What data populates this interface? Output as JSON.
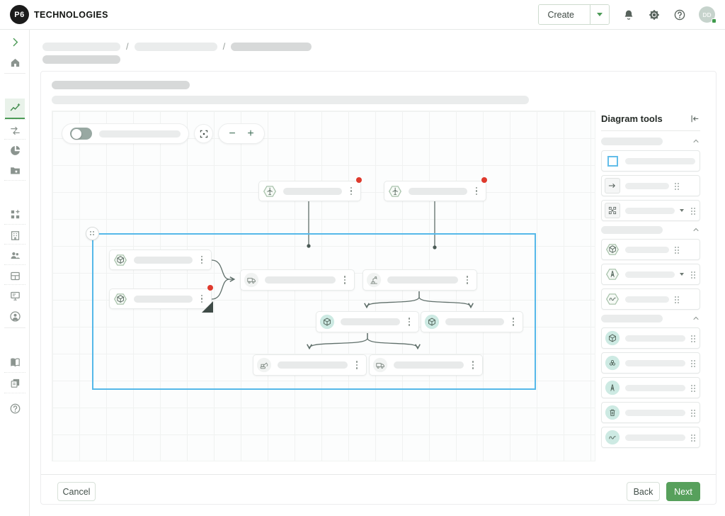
{
  "header": {
    "logo": "P6",
    "brand": "TECHNOLOGIES",
    "create_label": "Create",
    "avatar_initials": "DD",
    "icons": [
      "caret-down-icon",
      "bell-icon",
      "gear-icon",
      "help-icon"
    ]
  },
  "sidebar": {
    "items": [
      {
        "icon": "chevron-right-icon"
      },
      {
        "icon": "home-icon"
      },
      {
        "icon": "chart-sparkle-icon",
        "active": true
      },
      {
        "icon": "transfer-arrows-icon"
      },
      {
        "icon": "pie-chart-icon"
      },
      {
        "icon": "folder-star-icon"
      },
      {
        "icon": "grid-sparkle-icon"
      },
      {
        "icon": "building-icon"
      },
      {
        "icon": "users-icon"
      },
      {
        "icon": "panel-grid-icon"
      },
      {
        "icon": "monitor-icon"
      },
      {
        "icon": "person-icon"
      },
      {
        "icon": "book-icon"
      },
      {
        "icon": "copy-docs-icon"
      },
      {
        "icon": "help-icon"
      }
    ]
  },
  "breadcrumb": {
    "separator": "/",
    "skeleton_segments": 3
  },
  "canvas_toolbar": {
    "toggle_state": "off",
    "zoom_out_label": "−",
    "zoom_in_label": "+",
    "icons": [
      "toggle-switch",
      "fit-view-icon"
    ]
  },
  "diagram": {
    "selection": {
      "color": "#55b8e9",
      "has_drag_handle": true
    },
    "nodes": [
      {
        "icon": "wind-turbine-hex-icon",
        "badge": "hex",
        "alert_dot": true
      },
      {
        "icon": "wind-turbine-hex-icon",
        "badge": "hex",
        "alert_dot": true
      },
      {
        "icon": "cube-hex-icon",
        "badge": "hex"
      },
      {
        "icon": "cube-hex-icon",
        "badge": "hex",
        "alert_dot": true,
        "folded_corner": true
      },
      {
        "icon": "truck-icon",
        "badge": "gray-circle"
      },
      {
        "icon": "robot-arm-icon",
        "badge": "gray-circle"
      },
      {
        "icon": "cube-icon",
        "badge": "teal-circle"
      },
      {
        "icon": "cube-icon",
        "badge": "teal-circle"
      },
      {
        "icon": "excavator-icon",
        "badge": "gray-circle"
      },
      {
        "icon": "truck-icon",
        "badge": "gray-circle"
      }
    ],
    "edge_color": "#5f6f6a",
    "alert_color": "#df3a2d"
  },
  "tools_panel": {
    "title": "Diagram tools",
    "collapse_icon": "collapse-panel-icon",
    "sections": [
      {
        "items": [
          {
            "icon": "selection-rect-icon",
            "drag": false
          },
          {
            "icon": "arrow-right-icon",
            "drag": true
          },
          {
            "icon": "matrix-icon",
            "drag": true,
            "dropdown": true
          }
        ]
      },
      {
        "items": [
          {
            "icon": "cube-hex-icon",
            "drag": true
          },
          {
            "icon": "tower-hex-icon",
            "drag": true,
            "dropdown": true
          },
          {
            "icon": "pipeline-hex-icon",
            "drag": true
          }
        ]
      },
      {
        "items": [
          {
            "icon": "cube-teal-icon",
            "drag": true
          },
          {
            "icon": "molecules-teal-icon",
            "drag": true
          },
          {
            "icon": "tower-teal-icon",
            "drag": true
          },
          {
            "icon": "trash-teal-icon",
            "drag": true
          },
          {
            "icon": "pipeline-teal-icon",
            "drag": true
          }
        ]
      }
    ]
  },
  "footer": {
    "cancel_label": "Cancel",
    "back_label": "Back",
    "next_label": "Next"
  },
  "colors": {
    "accent_green": "#4c9b57",
    "primary_button": "#57a05c",
    "selection_blue": "#55b8e9",
    "alert_red": "#df3a2d",
    "teal_badge": "#cdeae3",
    "logo_black": "#1b1b1b"
  }
}
